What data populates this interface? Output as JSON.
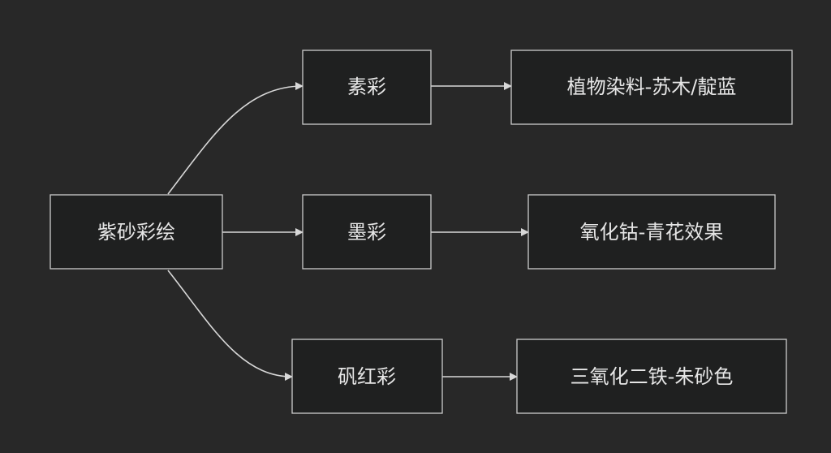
{
  "colors": {
    "background": "#282828",
    "node_fill": "#1f2020",
    "node_border": "#cccccc",
    "text": "#e6e6e6",
    "edge": "#d8d8d8"
  },
  "nodes": {
    "root": {
      "label": "紫砂彩绘"
    },
    "su_cai": {
      "label": "素彩"
    },
    "mo_cai": {
      "label": "墨彩"
    },
    "fan_hong_cai": {
      "label": "矾红彩"
    },
    "plant_dye": {
      "label": "植物染料-苏木/靛蓝"
    },
    "cobalt_oxide": {
      "label": "氧化钴-青花效果"
    },
    "iron_oxide": {
      "label": "三氧化二铁-朱砂色"
    }
  },
  "edges": [
    {
      "from": "root",
      "to": "su_cai"
    },
    {
      "from": "root",
      "to": "mo_cai"
    },
    {
      "from": "root",
      "to": "fan_hong_cai"
    },
    {
      "from": "su_cai",
      "to": "plant_dye"
    },
    {
      "from": "mo_cai",
      "to": "cobalt_oxide"
    },
    {
      "from": "fan_hong_cai",
      "to": "iron_oxide"
    }
  ]
}
